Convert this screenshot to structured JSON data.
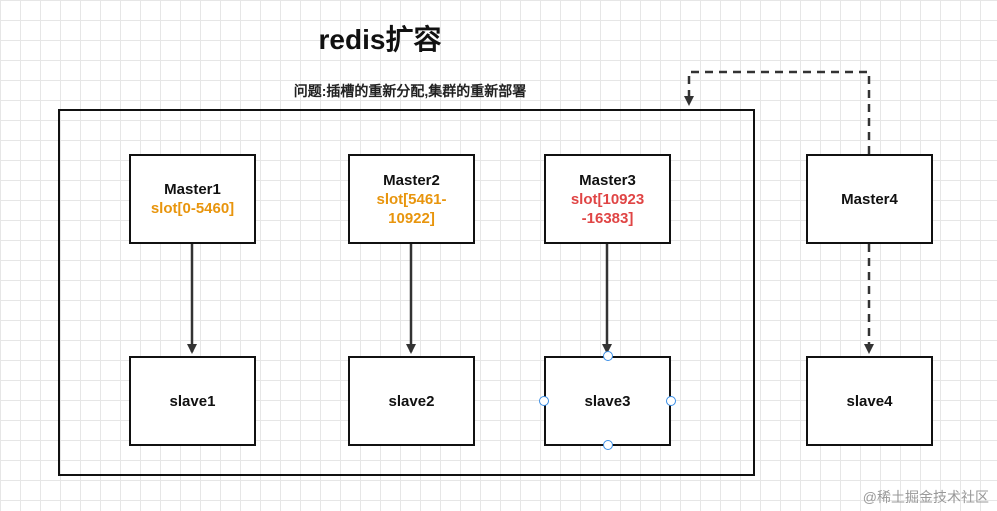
{
  "title": "redis扩容",
  "subtitle": "问题:插槽的重新分配,集群的重新部署",
  "colors": {
    "slot_orange": "#e8950d",
    "slot_red": "#e04545",
    "line": "#333333"
  },
  "nodes": {
    "master1": {
      "name": "Master1",
      "slot_line1": "slot[0-5460]",
      "slot_line2": ""
    },
    "master2": {
      "name": "Master2",
      "slot_line1": "slot[5461-",
      "slot_line2": "10922]"
    },
    "master3": {
      "name": "Master3",
      "slot_line1": "slot[10923",
      "slot_line2": "-16383]"
    },
    "master4": {
      "name": "Master4"
    },
    "slave1": {
      "name": "slave1"
    },
    "slave2": {
      "name": "slave2"
    },
    "slave3": {
      "name": "slave3"
    },
    "slave4": {
      "name": "slave4"
    }
  },
  "watermark": "@稀土掘金技术社区"
}
